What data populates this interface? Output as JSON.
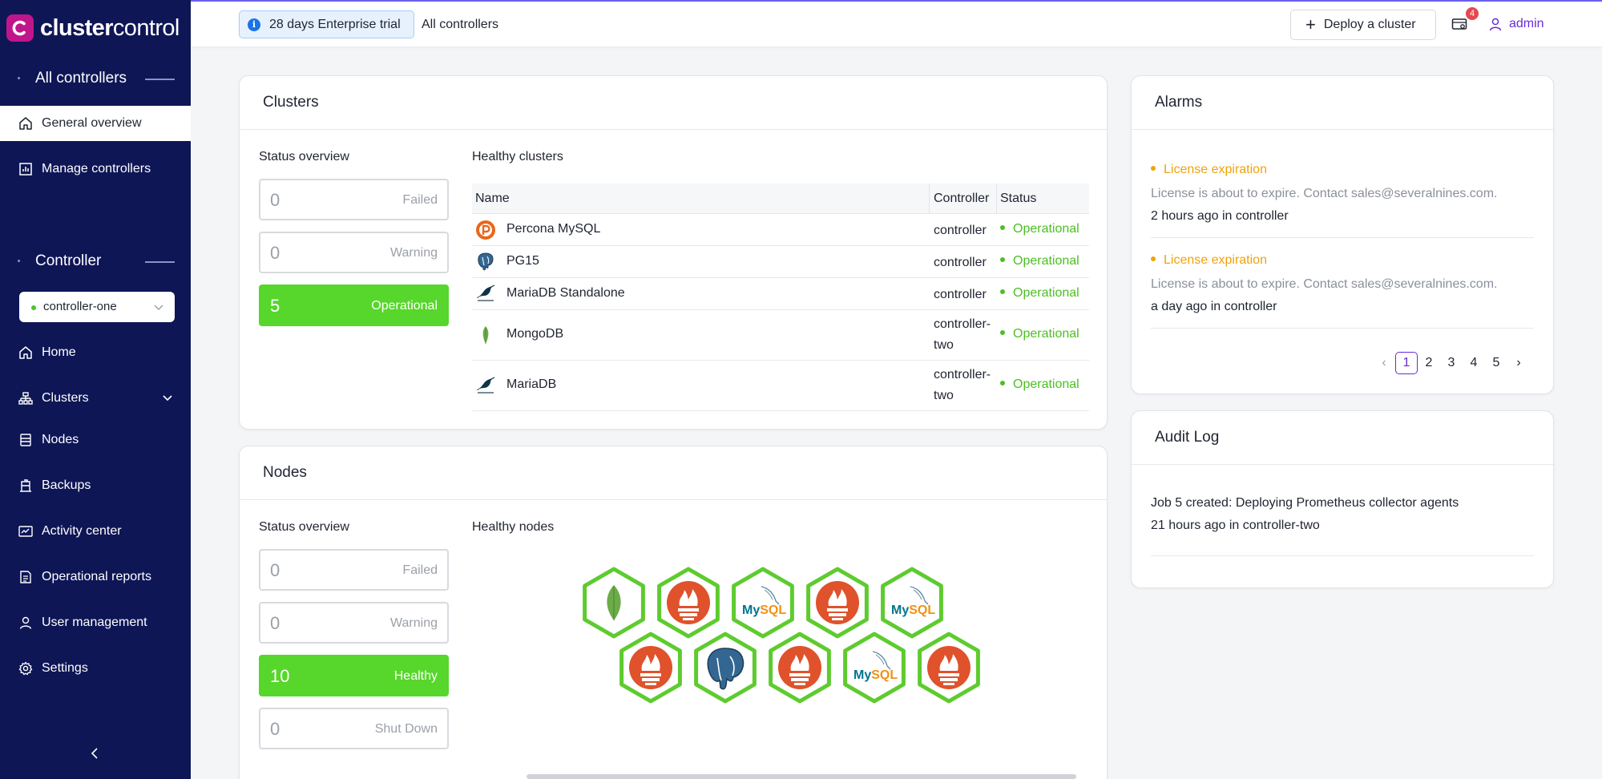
{
  "brand": {
    "name_bold": "cluster",
    "name_regular": "control"
  },
  "sidebar": {
    "section_all": "All controllers",
    "top_items": [
      {
        "label": "General overview",
        "icon": "home-icon",
        "active": true
      },
      {
        "label": "Manage controllers",
        "icon": "dashboard-icon",
        "active": false
      }
    ],
    "section_controller": "Controller",
    "controller_select": "controller-one",
    "items": [
      {
        "label": "Home",
        "icon": "home-icon"
      },
      {
        "label": "Clusters",
        "icon": "clusters-icon"
      },
      {
        "label": "Nodes",
        "icon": "nodes-icon"
      },
      {
        "label": "Backups",
        "icon": "backups-icon"
      },
      {
        "label": "Activity center",
        "icon": "activity-icon"
      },
      {
        "label": "Operational reports",
        "icon": "reports-icon"
      },
      {
        "label": "User management",
        "icon": "user-icon"
      },
      {
        "label": "Settings",
        "icon": "gear-icon"
      }
    ]
  },
  "topbar": {
    "trial": "28 days Enterprise trial",
    "scope": "All controllers",
    "deploy": "Deploy a cluster",
    "notifications": "4",
    "user": "admin"
  },
  "clusters": {
    "title": "Clusters",
    "status_label": "Status overview",
    "stats": [
      {
        "value": "0",
        "label": "Failed"
      },
      {
        "value": "0",
        "label": "Warning"
      },
      {
        "value": "5",
        "label": "Operational"
      }
    ],
    "table_label": "Healthy clusters",
    "columns": [
      "Name",
      "Controller",
      "Status"
    ],
    "rows": [
      {
        "name": "Percona MySQL",
        "icon": "percona-icon",
        "controller": "controller",
        "status": "Operational"
      },
      {
        "name": "PG15",
        "icon": "postgresql-icon",
        "controller": "controller",
        "status": "Operational"
      },
      {
        "name": "MariaDB Standalone",
        "icon": "mariadb-icon",
        "controller": "controller",
        "status": "Operational"
      },
      {
        "name": "MongoDB",
        "icon": "mongodb-icon",
        "controller": "controller-two",
        "status": "Operational"
      },
      {
        "name": "MariaDB",
        "icon": "mariadb-icon",
        "controller": "controller-two",
        "status": "Operational"
      }
    ]
  },
  "nodes": {
    "title": "Nodes",
    "status_label": "Status overview",
    "stats": [
      {
        "value": "0",
        "label": "Failed"
      },
      {
        "value": "0",
        "label": "Warning"
      },
      {
        "value": "10",
        "label": "Healthy"
      },
      {
        "value": "0",
        "label": "Shut Down"
      }
    ],
    "healthy_label": "Healthy nodes",
    "hex_nodes": [
      "mongodb",
      "prometheus",
      "mysql",
      "prometheus",
      "mysql",
      "prometheus",
      "postgresql",
      "prometheus",
      "mysql",
      "prometheus"
    ],
    "mysql_text": "MySQL"
  },
  "alarms": {
    "title": "Alarms",
    "items": [
      {
        "title": "License expiration",
        "desc": "License is about to expire. Contact sales@severalnines.com.",
        "when": "2 hours ago in controller"
      },
      {
        "title": "License expiration",
        "desc": "License is about to expire. Contact sales@severalnines.com.",
        "when": "a day ago in controller"
      }
    ],
    "pages": [
      "1",
      "2",
      "3",
      "4",
      "5"
    ],
    "prev": "‹",
    "next": "›"
  },
  "audit": {
    "title": "Audit Log",
    "items": [
      {
        "title": "Job 5 created: Deploying Prometheus collector agents",
        "when": "21 hours ago in controller-two"
      }
    ]
  },
  "colors": {
    "sidebar": "#0e1656",
    "operational": "#57d62b",
    "warning": "#f0a30a",
    "accent": "#6a2bd6",
    "hex_border": "#5ecb2f",
    "prometheus": "#e0522b"
  }
}
